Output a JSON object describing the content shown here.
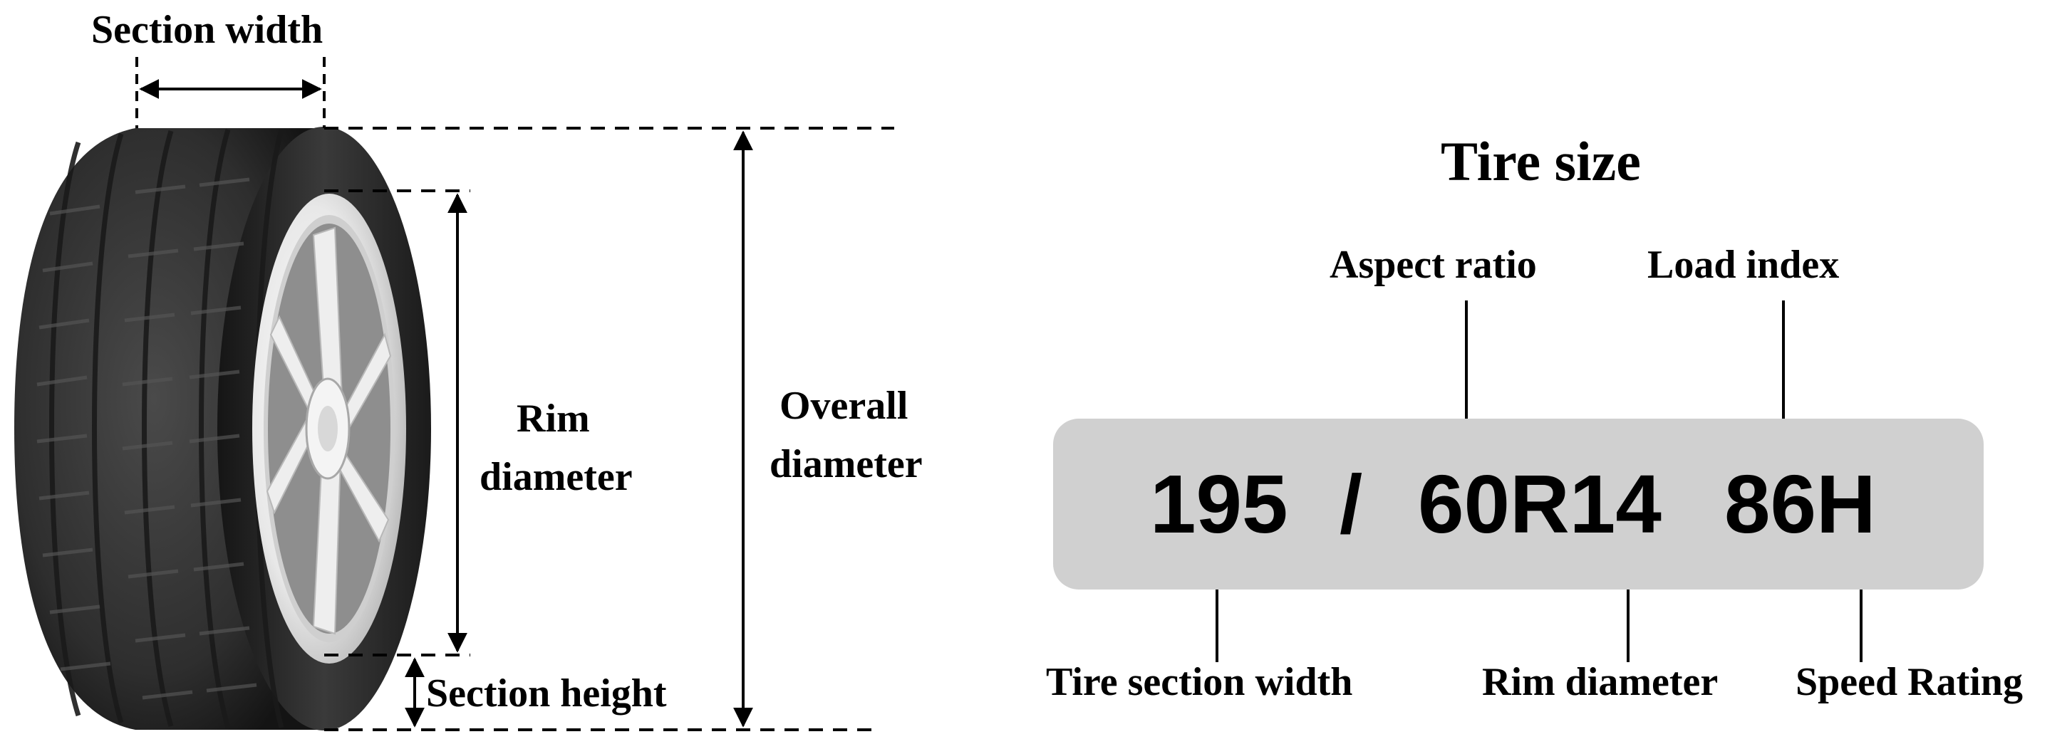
{
  "tire_diagram": {
    "section_width_label": "Section width",
    "rim_diameter_label_line1": "Rim",
    "rim_diameter_label_line2": "diameter",
    "overall_diameter_label_line1": "Overall",
    "overall_diameter_label_line2": "diameter",
    "section_height_label": "Section height"
  },
  "tire_size": {
    "title": "Tire size",
    "code": {
      "width": "195",
      "slash": "/",
      "aspect_construction_rim": "60R14",
      "load_speed": "86H"
    },
    "labels": {
      "aspect_ratio": "Aspect ratio",
      "load_index": "Load index",
      "tire_section_width": "Tire section width",
      "rim_diameter": "Rim diameter",
      "speed_rating": "Speed Rating"
    },
    "plate_color": "#d0d0d0"
  },
  "colors": {
    "tire_rubber": "#2b2b2b",
    "wheel": "#e6e6e6"
  }
}
